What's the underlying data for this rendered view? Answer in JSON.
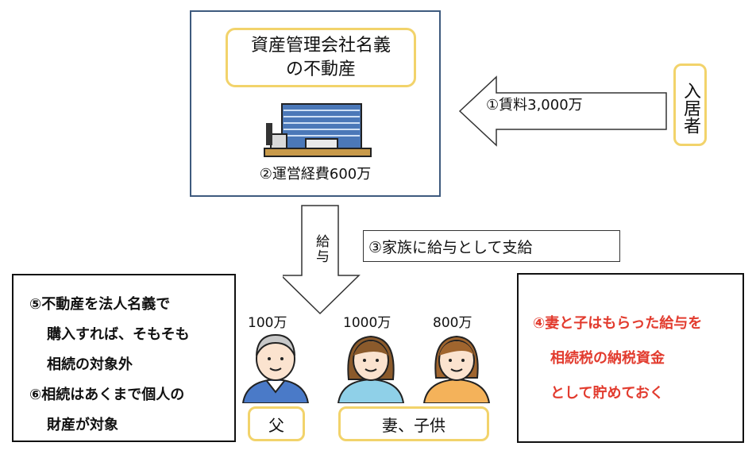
{
  "company": {
    "title": "資産管理会社名義\nの不動産",
    "operating_cost": "②運営経費600万"
  },
  "tenant": {
    "label": "入居者"
  },
  "rent": {
    "label": "①賃料3,000万"
  },
  "salary": {
    "arrow_label": "給与",
    "note": "③家族に給与として支給"
  },
  "left_note": {
    "line1": "⑤不動産を法人名義で",
    "line2": "購入すれば、そもそも",
    "line3": "相続の対象外",
    "line4": "⑥相続はあくまで個人の",
    "line5": "財産が対象"
  },
  "right_note": {
    "line1": "④妻と子はもらった給与を",
    "line2": "相続税の納税資金",
    "line3": "として貯めておく"
  },
  "people": {
    "father": {
      "amount": "100万",
      "label": "父"
    },
    "wife": {
      "amount": "1000万"
    },
    "child": {
      "amount": "800万"
    },
    "family_label": "妻、子供"
  },
  "colors": {
    "accent_yellow": "#f2d36b",
    "note_red": "#e23b2e",
    "box_navy": "#3e5a7e"
  }
}
